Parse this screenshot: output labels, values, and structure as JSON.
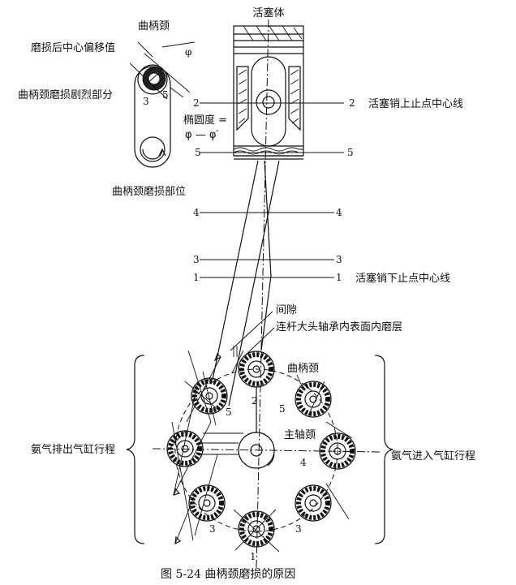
{
  "labels": {
    "piston_body": "活塞体",
    "crank_neck": "曲柄颈",
    "wear_offset": "磨损后中心偏移值",
    "severe_wear": "曲柄颈磨损剧烈部分",
    "ellipse_top": "椭圆度 =",
    "ellipse_bottom": "φ — φ′",
    "phi_mark": "φ",
    "wear_location": "曲柄颈磨损部位",
    "pin_top_line": "活塞销上止点中心线",
    "pin_bottom_line": "活塞销下止点中心线",
    "gap": "间隙",
    "rod_bearing_wear": "连杆大头轴承内表面内磨层",
    "crank_neck_lower": "曲柄颈",
    "main_journal": "主轴颈",
    "exhaust_stroke": "氨气排出气缸行程",
    "intake_stroke": "氨气进入气缸行程",
    "caption": "图 5-24    曲柄颈磨损的原因"
  },
  "numbers": {
    "n1": "1",
    "n2": "2",
    "n3": "3",
    "n4": "4",
    "n5": "5"
  }
}
